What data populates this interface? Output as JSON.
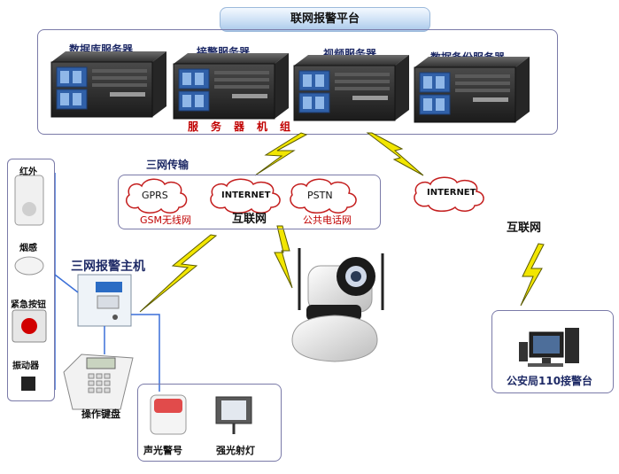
{
  "platform": {
    "title": "联网报警平台",
    "servers": [
      {
        "label": "数据库服务器"
      },
      {
        "label": "接警服务器"
      },
      {
        "label": "视频服务器"
      },
      {
        "label": "数据备份服务器"
      }
    ],
    "cluster_label": "服务器机组"
  },
  "network": {
    "title": "三网传输",
    "clouds": [
      {
        "label": "GPRS",
        "caption": "GSM无线网"
      },
      {
        "label": "INTERNET",
        "caption": "互联网"
      },
      {
        "label": "PSTN",
        "caption": "公共电话网"
      }
    ],
    "outside_cloud": "INTERNET",
    "right_label": "互联网"
  },
  "host": {
    "title": "三网报警主机"
  },
  "sensors": [
    {
      "label": "红外"
    },
    {
      "label": "烟感"
    },
    {
      "label": "紧急按钮"
    },
    {
      "label": "振动器"
    }
  ],
  "keypad": {
    "label": "操作键盘"
  },
  "outputs": [
    {
      "label": "声光警号"
    },
    {
      "label": "强光射灯"
    }
  ],
  "police": {
    "label": "公安局110接警台"
  },
  "colors": {
    "lightning": "#f2e600",
    "lightning_stroke": "#5a5a00",
    "cloud_stroke": "#c41e1e",
    "wire": "#3a6fd8",
    "label_red": "#c00000"
  }
}
